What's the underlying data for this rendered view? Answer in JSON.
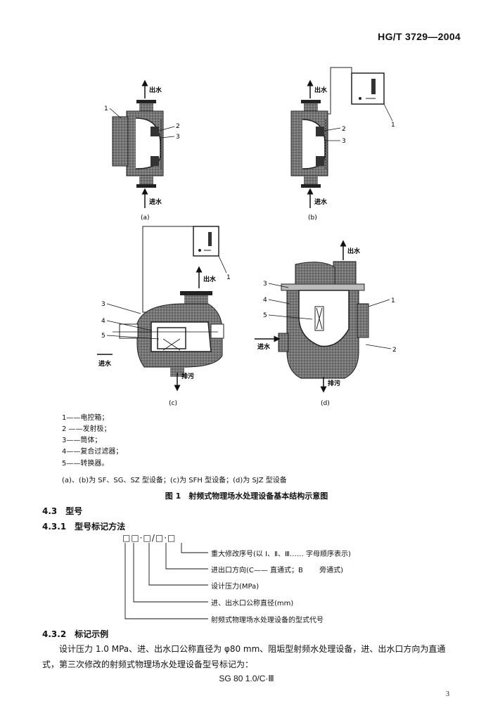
{
  "header": {
    "standard_no": "HG/T 3729—2004"
  },
  "figure": {
    "subfig_a": {
      "caption": "(a)",
      "out_label": "出水",
      "in_label": "进水",
      "n1": "1",
      "n2": "2",
      "n3": "3"
    },
    "subfig_b": {
      "caption": "(b)",
      "out_label": "出水",
      "in_label": "进水",
      "n1": "1",
      "n2": "2",
      "n3": "3"
    },
    "subfig_c": {
      "caption": "(c)",
      "out_label": "出水",
      "in_label": "进水",
      "drain_label": "排污",
      "n1": "1",
      "n3": "3",
      "n4": "4",
      "n5": "5"
    },
    "subfig_d": {
      "caption": "(d)",
      "out_label": "出水",
      "in_label": "进水",
      "drain_label": "排污",
      "n1": "1",
      "n2": "2",
      "n3": "3",
      "n4": "4",
      "n5": "5"
    },
    "legend": [
      "1——电控箱；",
      "2 ——发射极；",
      "3——筒体；",
      "4——复合过滤器；",
      "5——转换器。"
    ],
    "note": "(a)、(b)为 SF、SG、SZ 型设备；(c)为 SFH 型设备；(d)为 SJZ 型设备",
    "title": "图 1　射频式物理场水处理设备基本结构示意图"
  },
  "section_4_3": {
    "heading": "4.3　型号"
  },
  "section_4_3_1": {
    "heading": "4.3.1　型号标记方法",
    "code_template": "□□·□/□·□",
    "items": [
      "重大修改序号(以 Ⅰ、Ⅱ、Ⅲ…… 字母顺序表示)",
      "进出口方向(C—— 直通式；B 　　旁通式)",
      "设计压力(MPa)",
      "进、出水口公称直径(mm)",
      "射频式物理场水处理设备的型式代号"
    ]
  },
  "section_4_3_2": {
    "heading": "4.3.2　标记示例",
    "line1": "设计压力 1.0 MPa、进、出水口公称直径为 φ80 mm、阻垢型射频水处理设备，进、出水口方向为直通",
    "line2": "式，第三次修改的射频式物理场水处理设备型号标记为：",
    "example": "SG 80 1.0/C·Ⅲ"
  },
  "footer": {
    "page_number": "3"
  }
}
